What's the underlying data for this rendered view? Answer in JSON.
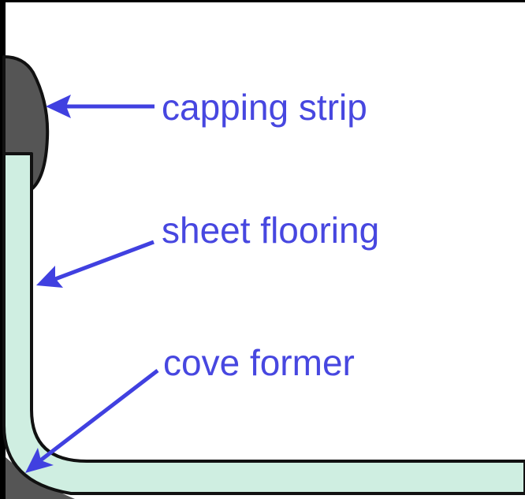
{
  "labels": {
    "capping_strip": "capping strip",
    "sheet_flooring": "sheet flooring",
    "cove_former": "cove former"
  },
  "colors": {
    "background": "#ffffff",
    "frame": "#000000",
    "sheet_flooring": "#cfeee1",
    "capping_strip": "#555555",
    "cove_former": "#555555",
    "outline": "#111111",
    "label_text": "#4747e0",
    "arrow": "#4040e0"
  }
}
